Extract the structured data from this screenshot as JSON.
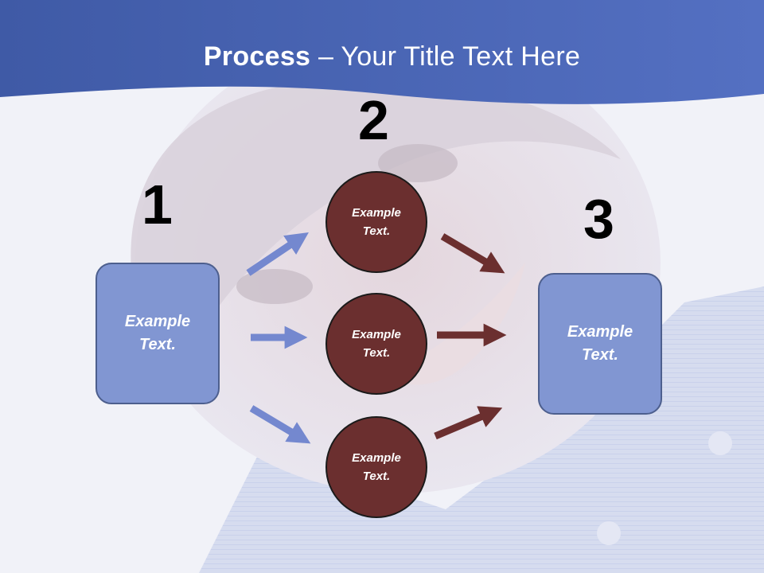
{
  "title": {
    "bold": "Process",
    "rest": " – Your Title Text Here"
  },
  "steps": {
    "one": "1",
    "two": "2",
    "three": "3"
  },
  "left_box": {
    "text": "Example Text."
  },
  "circles": [
    {
      "text": "Example Text."
    },
    {
      "text": "Example Text."
    },
    {
      "text": "Example Text."
    }
  ],
  "right_box": {
    "text": "Example Text."
  },
  "colors": {
    "header_blue": "#4a66b8",
    "box_fill": "#8196d2",
    "circle_fill": "#6b2f2f",
    "blue_arrow": "#7488cf",
    "red_arrow": "#6b2f2f"
  },
  "icons": {
    "arrows": "right-arrow-icon"
  }
}
